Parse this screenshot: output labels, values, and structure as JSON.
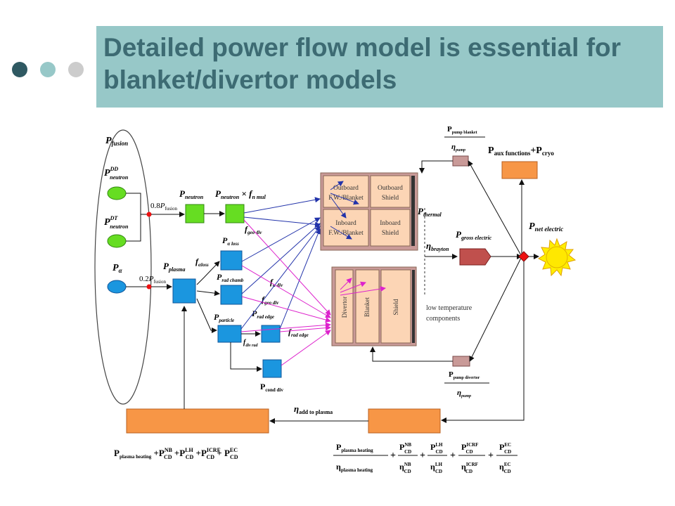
{
  "title": "Detailed power flow model is essential for blanket/divertor models",
  "colors": {
    "title_bg": "#97c8c8",
    "title_text": "#3d6b73",
    "dot1": "#2f5962",
    "dot2": "#97c8c8",
    "dot3": "#cccccc",
    "green": "#66dd22",
    "blue": "#1b96df",
    "orange": "#f79646",
    "blanket_box": "#c99a98",
    "blanket_inner": "#fcd5b5",
    "arrow_blue": "#2233aa",
    "arrow_magenta": "#dd22cc",
    "node_red": "#ee1111",
    "sun": "#ffee00"
  },
  "labels": {
    "p_fusion": "P fusion",
    "p_dd": "P DD neutron",
    "p_dt": "P DT neutron",
    "p_alpha": "P α",
    "frac_08": "0.8P fusion",
    "frac_02": "0.2P fusion",
    "p_neutron": "P neutron",
    "p_neutron_fmul": "P neutron × f n mul",
    "f_geo_div_1": "f geo div",
    "p_alpha_loss": "P α loss",
    "p_plasma": "P plasma",
    "f_aloss": "f αloss",
    "p_rad_chamb": "P rad chamb",
    "f_a_div": "f α div",
    "f_geo_div_2": "f geo div",
    "p_particle": "P particle",
    "p_rad_edge": "P rad edge",
    "f_rad_edge": "f rad edge",
    "f_div_rad": "f div rad",
    "p_cond_div": "P cond div",
    "outboard_fw": "Outboard F.W./Blanket",
    "outboard_shield": "Outboard Shield",
    "inboard_fw": "Inboard F.W./Blanket",
    "inboard_shield": "Inboard Shield",
    "divertor": "Divertor",
    "blanket": "Blanket",
    "shield": "Shield",
    "low_temp": "low temperature components",
    "p_thermal": "P thermal",
    "eta_brayton": "η brayton",
    "p_gross_electric": "P gross electric",
    "p_pump_blanket": "P pump blanket",
    "eta_pump_1": "η pump",
    "p_pump_divertor": "P pump divertor",
    "eta_pump_2": "η pump",
    "p_aux": "P aux functions +P cryo",
    "p_net_electric": "P net electric",
    "eta_add": "η add to plasma",
    "formula_left": "P plasma heating + P NB CD + P LH CD + P ICRF CD + P EC CD",
    "formula_right": "P plasma heating / η plasma heating + P NB CD / η NB CD + P LH CD / η LH CD + P ICRF CD / η ICRF CD + P EC CD / η EC CD"
  }
}
